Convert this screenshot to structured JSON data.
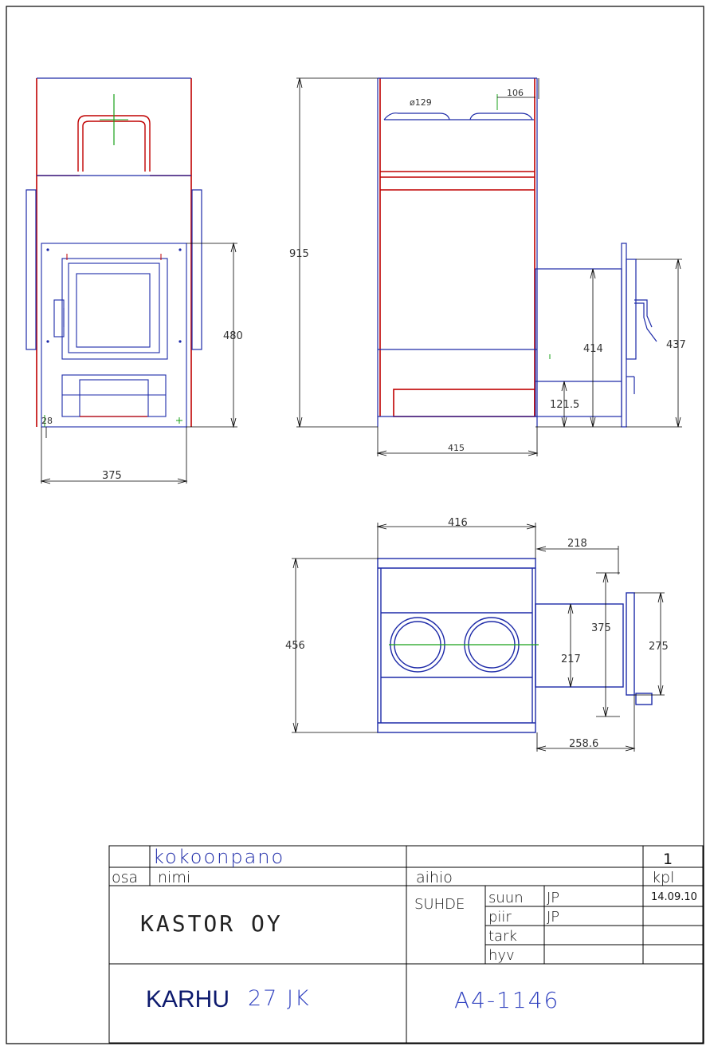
{
  "dimensions": {
    "front_width": "375",
    "front_height": "480",
    "front_small": "28",
    "side_total_height": "915",
    "side_width": "415",
    "pipe_diameter": "ø129",
    "pipe_offset": "106",
    "tank_height": "414",
    "tank_total": "437",
    "tank_bottom": "121.5",
    "top_width": "416",
    "top_depth": "456",
    "tank_offset": "218",
    "tank_depth": "375",
    "tank_inner": "217",
    "tank_plate": "275",
    "tank_reach": "258.6"
  },
  "title_block": {
    "assembly": "kokoonpano",
    "quantity": "1",
    "col_part": "osa",
    "col_name": "nimi",
    "col_blank": "aihio",
    "col_qty": "kpl",
    "company": "KASTOR OY",
    "scale_label": "SUHDE",
    "designed_label": "suun",
    "designed_by": "JP",
    "drawn_label": "piir",
    "drawn_by": "JP",
    "checked_label": "tark",
    "approved_label": "hyv",
    "date": "14.09.10",
    "product_name": "KARHU",
    "product_model": "27  JK",
    "drawing_number": "A4-1146"
  }
}
